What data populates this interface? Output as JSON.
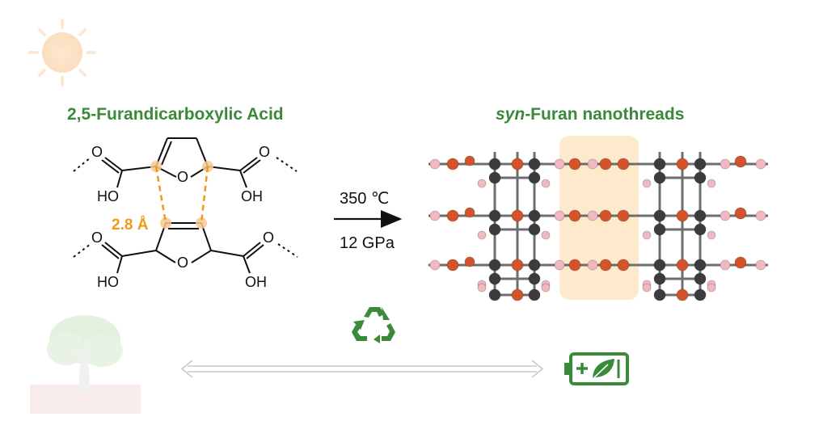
{
  "precursor": {
    "name": "2,5-Furandicarboxylic Acid",
    "distance_label": "2.8 Å",
    "atom_labels": {
      "O": "O",
      "OH": "OH",
      "HO": "HO"
    }
  },
  "reaction": {
    "temperature": "350 ℃",
    "pressure": "12 GPa"
  },
  "product": {
    "name_prefix": "syn",
    "name_suffix": "-Furan nanothreads"
  },
  "colors": {
    "title_green": "#3a8a3a",
    "distance_orange": "#f09a1a",
    "carbon_atom": "#3b3b40",
    "oxygen_atom": "#d4532a",
    "hydrogen_atom": "#f2b8bf",
    "highlight": "#fde9cc"
  },
  "icons": [
    "sun-icon",
    "tree-icon",
    "recycle-icon",
    "eco-battery-icon",
    "double-arrow-icon"
  ]
}
